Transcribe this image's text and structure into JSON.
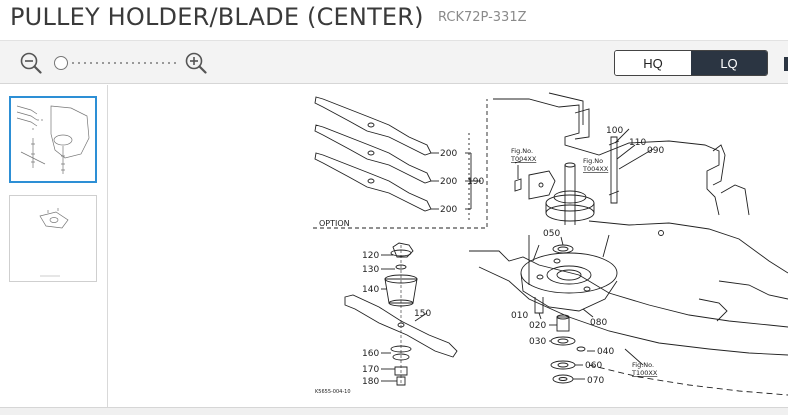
{
  "header": {
    "title": "PULLEY HOLDER/BLADE (CENTER)",
    "part_code": "RCK72P-331Z"
  },
  "toolbar": {
    "zoom_out_icon": "zoom-out-icon",
    "zoom_in_icon": "zoom-in-icon",
    "zoom_level": 0,
    "quality_options": [
      "HQ",
      "LQ"
    ],
    "quality_selected": "LQ",
    "accent_color": "#2b3542"
  },
  "sidebar": {
    "thumbnails": [
      {
        "page": 1,
        "selected": true
      },
      {
        "page": 2,
        "selected": false
      }
    ],
    "selected_border_color": "#2d8fd5"
  },
  "diagram": {
    "option_label": "OPTION",
    "part_numbers": [
      "200",
      "200",
      "200",
      "190",
      "100",
      "110",
      "090",
      "050",
      "120",
      "130",
      "140",
      "150",
      "160",
      "170",
      "180",
      "010",
      "020",
      "030",
      "040",
      "060",
      "070",
      "080"
    ],
    "fig_refs": [
      {
        "line1": "Fig.No.",
        "line2": "T004XX"
      },
      {
        "line1": "Fig.No",
        "line2": "T004XX"
      },
      {
        "line1": "Fig.No.",
        "line2": "T100XX"
      }
    ],
    "drawing_id": "K5655-004-10"
  }
}
